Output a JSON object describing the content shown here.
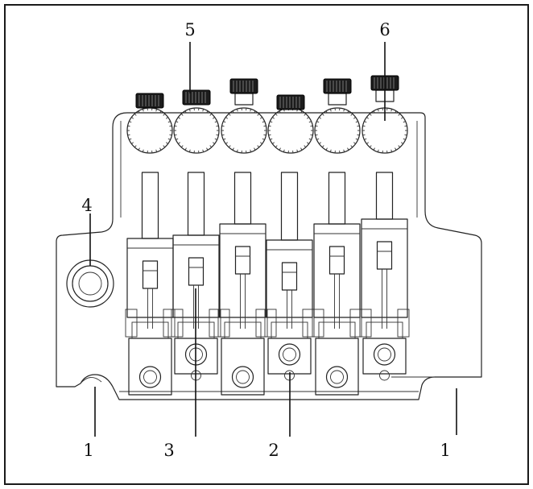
{
  "diagram": {
    "callouts": {
      "left_base": "1",
      "right_base": "1",
      "saddle_screw": "2",
      "string_lock": "3",
      "stud_hole": "4",
      "fine_tuner_knob": "5",
      "fine_tuner_wheel": "6"
    }
  }
}
